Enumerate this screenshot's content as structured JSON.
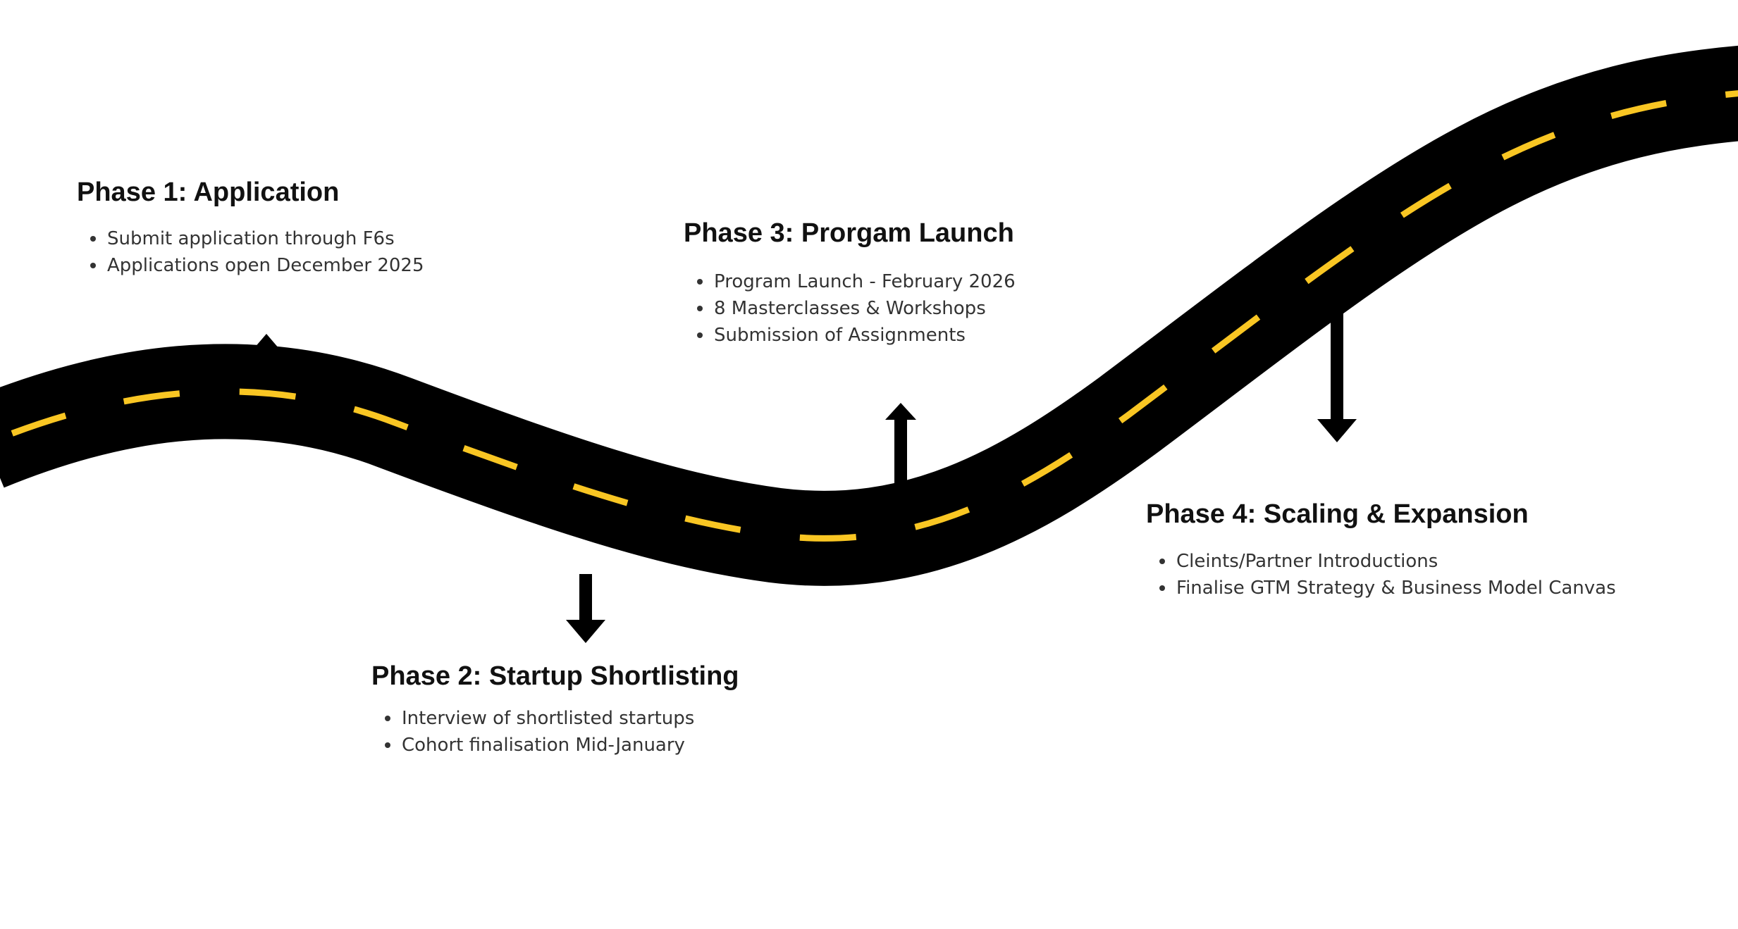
{
  "colors": {
    "road": "#000000",
    "lane_marking": "#F9C623",
    "heading_text": "#111111",
    "body_text": "#333333",
    "background": "#FFFFFF"
  },
  "phases": [
    {
      "title": "Phase 1: Application",
      "items": [
        "Submit application through F6s",
        "Applications open December 2025"
      ],
      "arrow": "up-arrow-icon"
    },
    {
      "title": "Phase 2: Startup Shortlisting",
      "items": [
        "Interview of shortlisted startups",
        "Cohort finalisation Mid-January"
      ],
      "arrow": "down-arrow-icon"
    },
    {
      "title": "Phase 3: Prorgam Launch",
      "items": [
        "Program Launch - February 2026",
        "8 Masterclasses & Workshops",
        "Submission of Assignments"
      ],
      "arrow": "up-arrow-icon"
    },
    {
      "title": "Phase 4: Scaling & Expansion",
      "items": [
        "Cleints/Partner Introductions",
        "Finalise GTM Strategy & Business Model Canvas"
      ],
      "arrow": "down-arrow-icon"
    }
  ]
}
